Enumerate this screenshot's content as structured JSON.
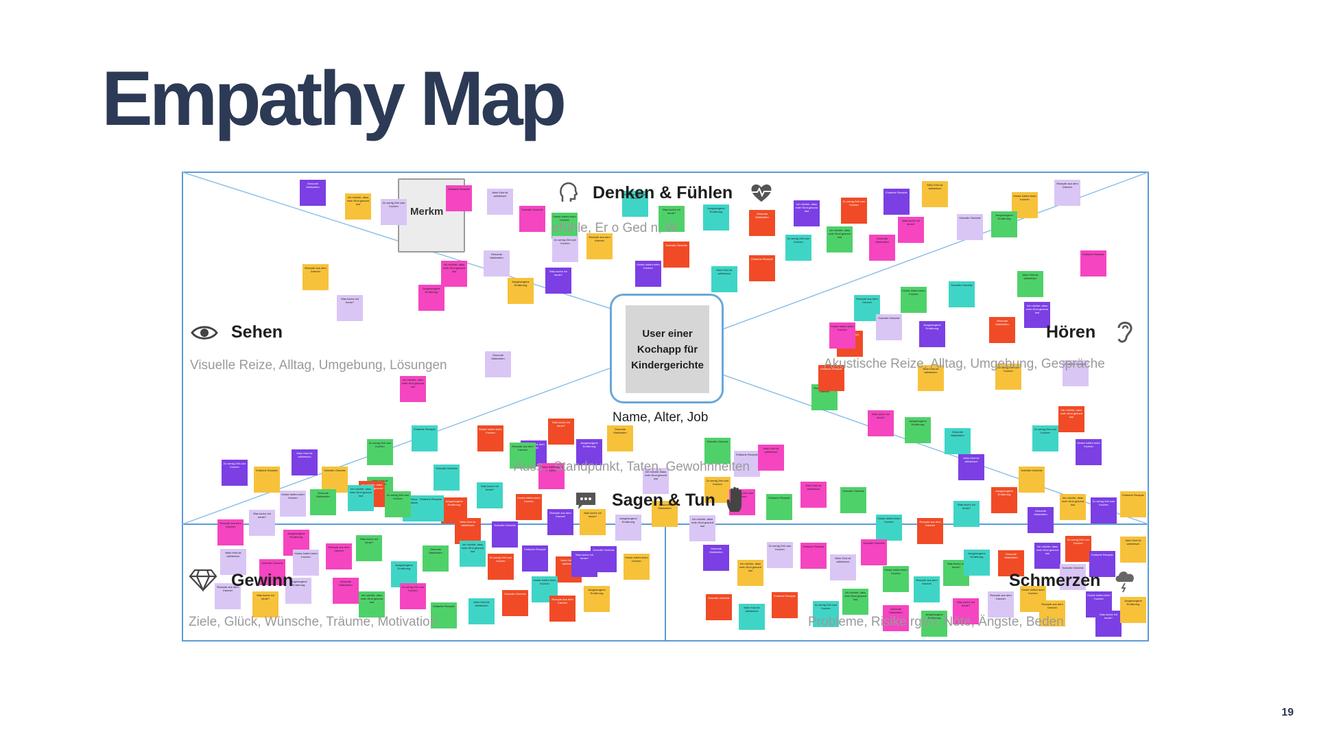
{
  "slide": {
    "title": "Empathy Map",
    "page_number": "19"
  },
  "map": {
    "center_label": "User einer Kochapp für Kindergerichte",
    "center_sub": "Name, Alter, Job",
    "merkmal_card": "Merkm",
    "sections": {
      "denken": {
        "title": "Denken & Fühlen",
        "subtitle": "efühle, Er   o   Ged     n, W",
        "icon": "heart-pulse-icon"
      },
      "sehen": {
        "title": "Sehen",
        "subtitle": "Visuelle Reize, Alltag, Umgebung, Lösungen",
        "icon": "eye-icon"
      },
      "hoeren": {
        "title": "Hören",
        "subtitle": "Akustische Reize, Alltag, Umgebung, Gespräche",
        "icon": "ear-icon"
      },
      "sagen": {
        "title": "Sagen & Tun",
        "subtitle": "Auss    ,      Standpunkt, Taten, Gewohnheiten",
        "icon": "speech-bubble-icon"
      },
      "gewinn": {
        "title": "Gewinn",
        "subtitle": "Ziele, Glück, Wünsche, Träume, Motivation",
        "icon": "diamond-icon"
      },
      "schmerzen": {
        "title": "Schmerzen",
        "subtitle": "Probleme, Risike     rgen, Nöte, Ängste, Beden",
        "icon": "storm-cloud-icon"
      }
    },
    "note_colors": {
      "purple": "#7b3fe4",
      "teal": "#3fd5c6",
      "pink": "#f545c0",
      "orange": "#f7c23a",
      "red": "#f04b26",
      "green": "#4fd16a",
      "lavender": "#d9c6f5"
    },
    "note_texts": [
      "Gesunde Mahlzeiten",
      "Ich möchte, dass mein Kind gesund isst",
      "Zu wenig Zeit zum Kochen",
      "Einfache Rezepte",
      "Mein Kind ist wählerisch",
      "Schnelle Gerichte",
      "Kinder helfen beim Kochen",
      "Rezepte aus dem Internet",
      "Was koche ich heute?",
      "Ausgewogene Ernährung"
    ],
    "border_color": "#5b9bd5"
  }
}
